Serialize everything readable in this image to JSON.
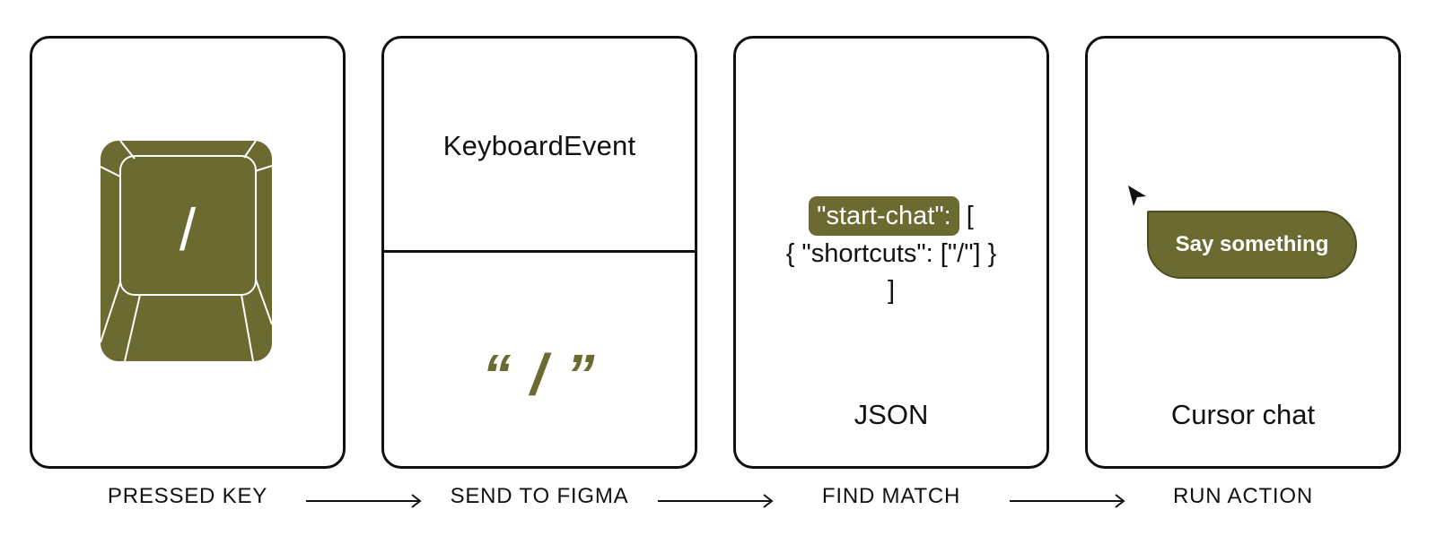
{
  "steps": [
    {
      "label": "PRESSED KEY"
    },
    {
      "label": "SEND TO FIGMA"
    },
    {
      "label": "FIND MATCH"
    },
    {
      "label": "RUN ACTION"
    }
  ],
  "card1": {
    "key_char": "/",
    "icon": "keycap-icon"
  },
  "card2": {
    "event_title": "KeyboardEvent",
    "key_value": "“ / ”"
  },
  "card3": {
    "json_key": "\"start-chat\":",
    "json_open": "[",
    "json_line2": "{ \"shortcuts\": [\"/\"] }",
    "json_close": "]",
    "caption": "JSON"
  },
  "card4": {
    "chat_text": "Say something",
    "caption": "Cursor chat",
    "icon": "cursor-icon"
  },
  "colors": {
    "accent": "#6b6b31",
    "border": "#111111",
    "background": "#ffffff"
  }
}
